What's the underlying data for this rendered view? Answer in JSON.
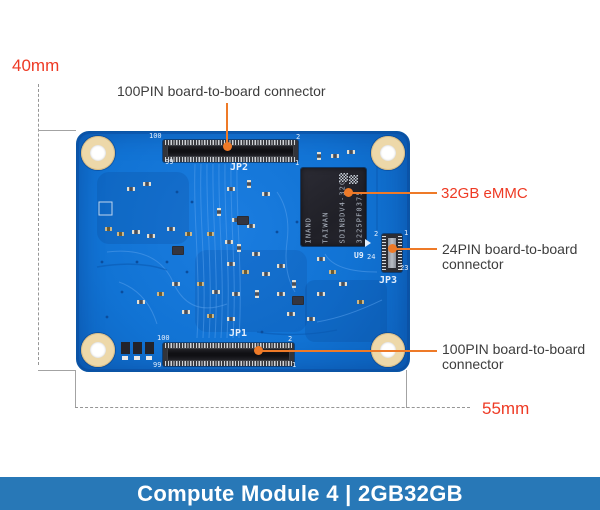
{
  "figure": {
    "dims": {
      "height_label": "40mm",
      "width_label": "55mm"
    },
    "callouts": {
      "top_connector": "100PIN board-to-board connector",
      "emmc": "32GB eMMC",
      "side_connector_line1": "24PIN board-to-board",
      "side_connector_line2": "connector",
      "bottom_connector_line1": "100PIN board-to-board",
      "bottom_connector_line2": "connector"
    }
  },
  "board": {
    "jp2": {
      "label": "JP2",
      "pin_top_left": "100",
      "pin_top_right": "2",
      "pin_bottom_left": "99",
      "pin_bottom_right": "1"
    },
    "jp1": {
      "label": "JP1",
      "pin_top_left": "100",
      "pin_top_right": "2",
      "pin_bottom_left": "99",
      "pin_bottom_right": "1"
    },
    "jp3": {
      "label": "JP3",
      "pin_top_left": "2",
      "pin_top_right": "1",
      "pin_bottom_left": "24",
      "pin_bottom_right": "23"
    },
    "u9_label": "U9",
    "emmc_lines": [
      "INAND",
      "TAIWAN",
      "SDINBDV4-32G",
      "3225PF0375"
    ]
  },
  "banner": {
    "title": "Compute Module 4 | 2GB32GB"
  },
  "colors": {
    "accent_red": "#ee3a24",
    "callout_orange": "#ee7a28",
    "banner_blue": "#2878b7",
    "board_blue": "#1173d4",
    "label_gray": "#3d3d3d"
  }
}
